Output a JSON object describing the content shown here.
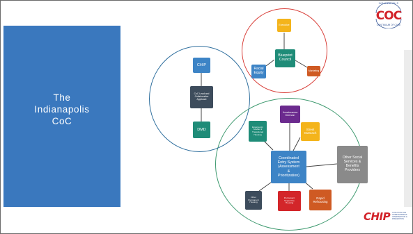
{
  "slide": {
    "title": "The\nIndianapolis\nCoC"
  },
  "logos": {
    "coc_text": "COC",
    "coc_arc_top": "INDIANAPOLIS",
    "coc_arc_bottom": "CONTINUUM OF CARE",
    "chip_text": "CHIP",
    "chip_tagline": "COALITION FOR HOMELESSNESS INTERVENTION & PREVENTION"
  },
  "colors": {
    "blue_panel": "#3a78be",
    "red_ring": "#d9413b",
    "blue_ring": "#2f6f9e",
    "green_ring": "#3f9a70",
    "teal": "#1f8c78",
    "blue": "#3d84c6",
    "slate": "#3d4c5c",
    "purple": "#6b2a8e",
    "yellow": "#f4b41b",
    "orange": "#e07b1e",
    "dark_orange": "#cf5a23",
    "red": "#d3262a",
    "gray": "#8a8a8a",
    "chip_red": "#d2232a"
  },
  "diagram": {
    "circles": [
      {
        "id": "council-circle",
        "color": "red_ring"
      },
      {
        "id": "chip-circle",
        "color": "blue_ring"
      },
      {
        "id": "ces-circle",
        "color": "green_ring"
      }
    ],
    "nodes": [
      {
        "id": "node-executive",
        "label": "Executive",
        "color": "yellow"
      },
      {
        "id": "node-blueprint-council",
        "label": "Blueprint\nCouncil",
        "color": "teal"
      },
      {
        "id": "node-racial-equity",
        "label": "Racial\nEquity",
        "color": "blue"
      },
      {
        "id": "node-marketing",
        "label": "Marketing",
        "color": "dark_orange"
      },
      {
        "id": "node-chip",
        "label": "CHIP",
        "color": "blue"
      },
      {
        "id": "node-coc-lead",
        "label": "CoC Lead and\nCollaborative\nApplicant",
        "color": "slate"
      },
      {
        "id": "node-dmd",
        "label": "DMD",
        "color": "teal"
      },
      {
        "id": "node-homelessness-diversion",
        "label": "Homelessness\nDiversion",
        "color": "purple"
      },
      {
        "id": "node-emergency-shelter",
        "label": "Emergency\nShelter &\nTransitional\nHousing",
        "color": "teal"
      },
      {
        "id": "node-street-outreach",
        "label": "Street\nOutreach",
        "color": "yellow"
      },
      {
        "id": "node-coordinated-entry",
        "label": "Coordinated\nEntry System\n(Assessment\n&\nPrioritization)",
        "color": "blue"
      },
      {
        "id": "node-other-social-services",
        "label": "Other Social\nServices &\nBenefits\nProviders",
        "color": "gray"
      },
      {
        "id": "node-other-permanent-housing",
        "label": "Other\nPermanent\nHousing",
        "color": "slate"
      },
      {
        "id": "node-permanent-supportive-housing",
        "label": "Permanent\nSupportive\nHousing",
        "color": "red"
      },
      {
        "id": "node-rapid-rehousing",
        "label": "Rapid\nRehousing",
        "color": "dark_orange"
      }
    ]
  }
}
